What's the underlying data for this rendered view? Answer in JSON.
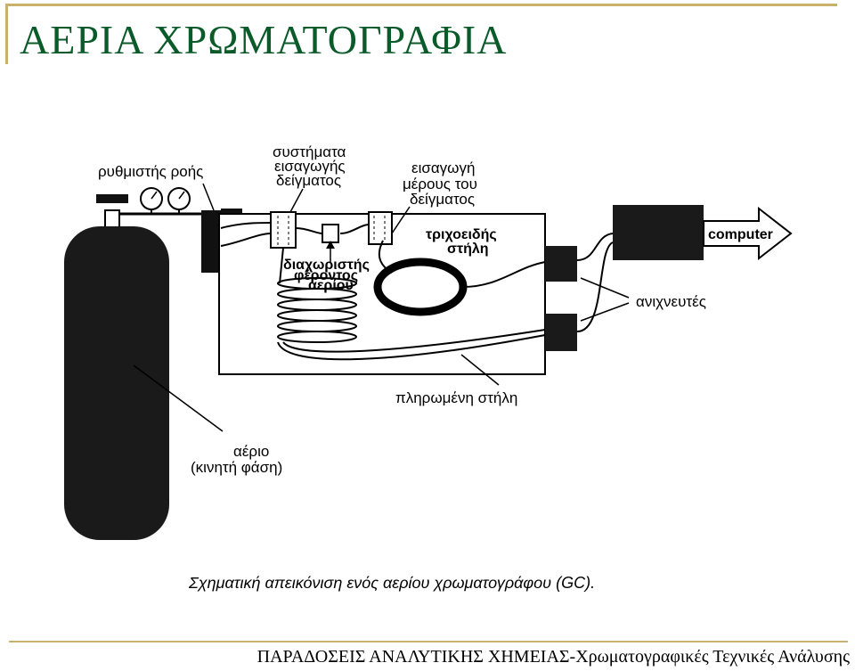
{
  "slide": {
    "title": "ΑΕΡΙΑ ΧΡΩΜΑΤΟΓΡΑΦΙΑ",
    "footer": "ΠΑΡΑΔΟΣΕΙΣ ΑΝΑΛΥΤΙΚΗΣ ΧΗΜΕΙΑΣ-Χρωματογραφικές Τεχνικές Ανάλυσης"
  },
  "diagram": {
    "labels": {
      "flow_regulator": "ρυθμιστής ροής",
      "injection_l1": "συστήματα",
      "injection_l2": "εισαγωγής",
      "injection_l3": "δείγματος",
      "partial_l1": "εισαγωγή",
      "partial_l2": "μέρους του",
      "partial_l3": "δείγματος",
      "capillary_l1": "τριχοειδής",
      "capillary_l2": "στήλη",
      "splitter_l1": "διαχωριστής",
      "splitter_l2": "φέροντος",
      "splitter_l3": "αερίου",
      "computer": "computer",
      "detectors": "ανιχνευτές",
      "packed_column": "πληρωμένη στήλη",
      "gas_l1": "αέριο",
      "gas_l2": "(κινητή φάση)"
    },
    "caption": "Σχηματική απεικόνιση ενός αερίου χρωματογράφου (GC)."
  }
}
